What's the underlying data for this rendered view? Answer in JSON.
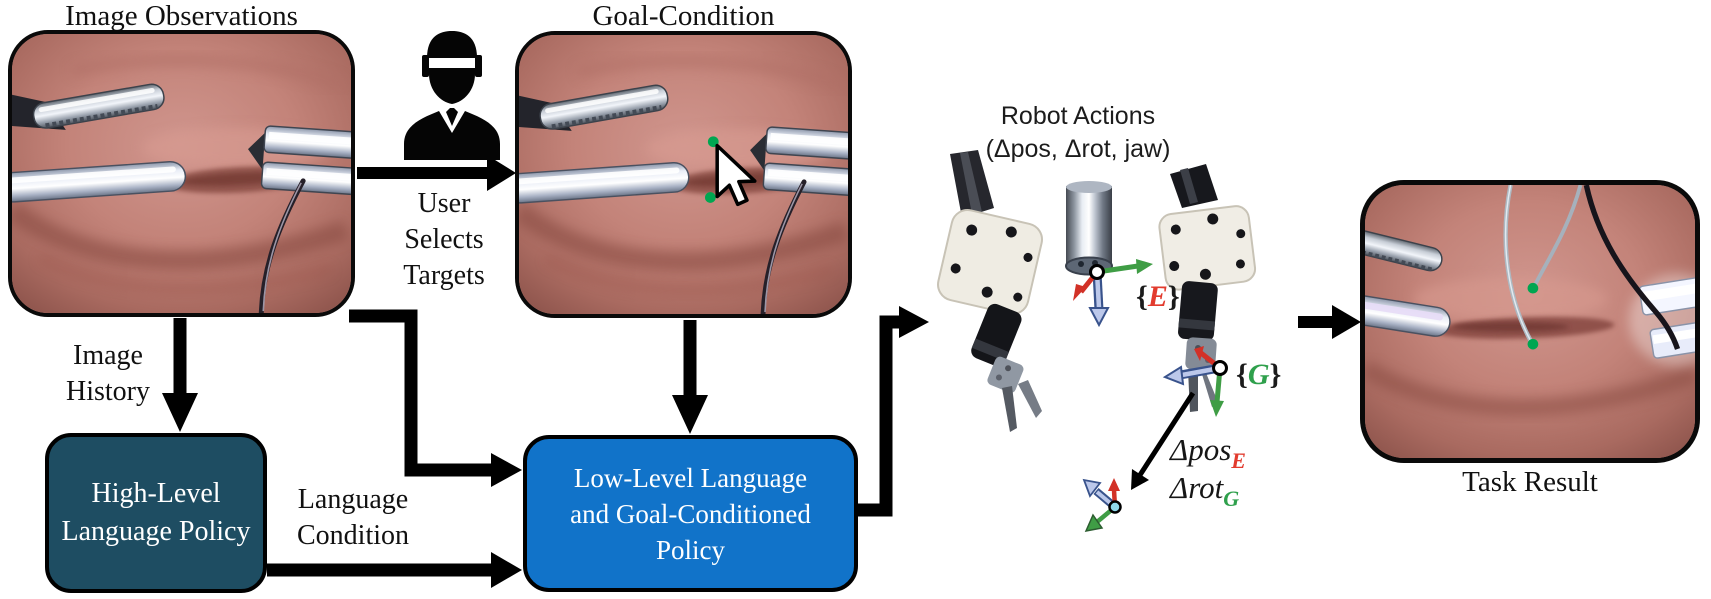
{
  "figure": {
    "panels": {
      "image_observations": {
        "title": "Image Observations"
      },
      "goal_condition": {
        "title": "Goal-Condition",
        "target_dots": 2
      },
      "task_result": {
        "title": "Task Result",
        "target_dots": 2
      }
    },
    "labels": {
      "user_selects": [
        "User",
        "Selects",
        "Targets"
      ],
      "image_history": [
        "Image",
        "History"
      ],
      "language_condition": [
        "Language",
        "Condition"
      ]
    },
    "boxes": {
      "high_level": {
        "lines": [
          "High-Level",
          "Language Policy"
        ]
      },
      "low_level": {
        "lines": [
          "Low-Level Language",
          "and Goal-Conditioned",
          "Policy"
        ]
      }
    },
    "robot_actions": {
      "title": "Robot Actions",
      "subtitle": "(Δpos, Δrot, jaw)"
    },
    "frames": {
      "e": {
        "open": "{",
        "symbol": "E",
        "close": "}"
      },
      "g": {
        "open": "{",
        "symbol": "G",
        "close": "}"
      }
    },
    "deltas": [
      {
        "base": "Δpos",
        "sub": "E"
      },
      {
        "base": "Δrot",
        "sub": "G"
      }
    ]
  },
  "icons": {
    "surgeon": "surgeon-icon",
    "cursor": "cursor-icon",
    "target_dot": "target-dot-icon",
    "frame_axes": "xyz-axes-icon"
  },
  "colors": {
    "target_green": "#00A651",
    "high_level_box": "#1E4D62",
    "low_level_box": "#1173C9",
    "frame_e_red": "#E23B2E",
    "frame_g_green": "#2FA04C",
    "arrow_black": "#000000"
  }
}
